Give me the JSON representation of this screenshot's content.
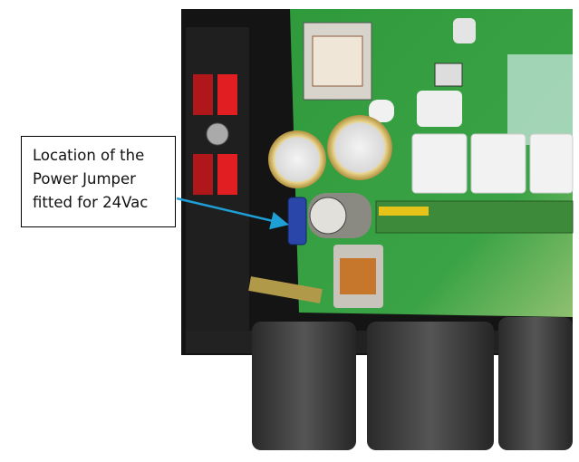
{
  "callout": {
    "lines": [
      "Location of the",
      "Power Jumper",
      "fitted for 24Vac"
    ]
  },
  "colors": {
    "arrow": "#1e9fd6",
    "pcb": "#2f8f3a",
    "enclosure": "#161616",
    "jumper": "#2a46a8",
    "gland": "#3a3a3a"
  }
}
